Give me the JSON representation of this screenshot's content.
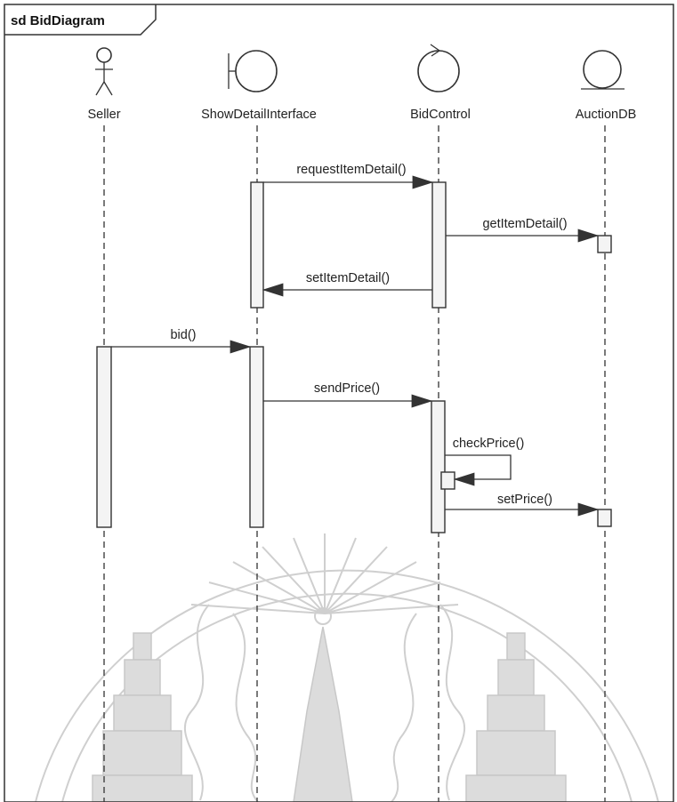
{
  "frame": {
    "title": "sd BidDiagram"
  },
  "lifelines": [
    {
      "name": "Seller",
      "kind": "actor"
    },
    {
      "name": "ShowDetailInterface",
      "kind": "boundary"
    },
    {
      "name": "BidControl",
      "kind": "control"
    },
    {
      "name": "AuctionDB",
      "kind": "entity"
    }
  ],
  "messages": [
    {
      "label": "requestItemDetail()",
      "from": "ShowDetailInterface",
      "to": "BidControl"
    },
    {
      "label": "getItemDetail()",
      "from": "BidControl",
      "to": "AuctionDB"
    },
    {
      "label": "setItemDetail()",
      "from": "BidControl",
      "to": "ShowDetailInterface"
    },
    {
      "label": "bid()",
      "from": "Seller",
      "to": "ShowDetailInterface"
    },
    {
      "label": "sendPrice()",
      "from": "ShowDetailInterface",
      "to": "BidControl"
    },
    {
      "label": "checkPrice()",
      "from": "BidControl",
      "to": "BidControl"
    },
    {
      "label": "setPrice()",
      "from": "BidControl",
      "to": "AuctionDB"
    }
  ],
  "colors": {
    "line": "#333333",
    "watermark": "#cfcfcf",
    "activation_fill": "#f4f4f4"
  }
}
